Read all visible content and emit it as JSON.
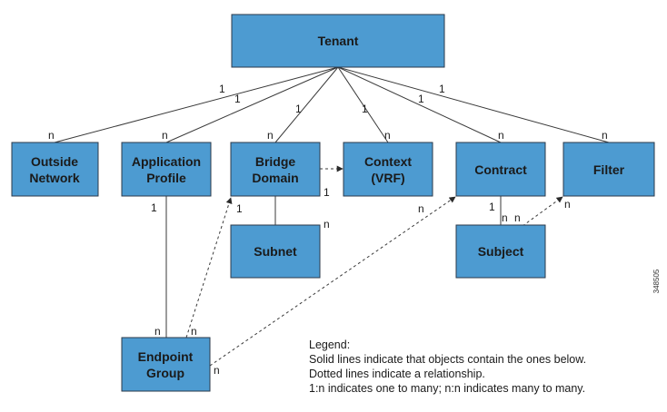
{
  "nodes": {
    "tenant": [
      "Tenant"
    ],
    "outside_network": [
      "Outside",
      "Network"
    ],
    "application_profile": [
      "Application",
      "Profile"
    ],
    "bridge_domain": [
      "Bridge",
      "Domain"
    ],
    "context": [
      "Context",
      "(VRF)"
    ],
    "contract": [
      "Contract"
    ],
    "filter": [
      "Filter"
    ],
    "subnet": [
      "Subnet"
    ],
    "subject": [
      "Subject"
    ],
    "endpoint_group": [
      "Endpoint",
      "Group"
    ]
  },
  "cardinality": {
    "one": "1",
    "many": "n"
  },
  "legend": {
    "title": "Legend:",
    "lines": [
      "Solid lines indicate that objects contain the ones below.",
      "Dotted lines indicate a relationship.",
      "1:n indicates one to many; n:n indicates many to many."
    ]
  },
  "figure_id": "348505"
}
